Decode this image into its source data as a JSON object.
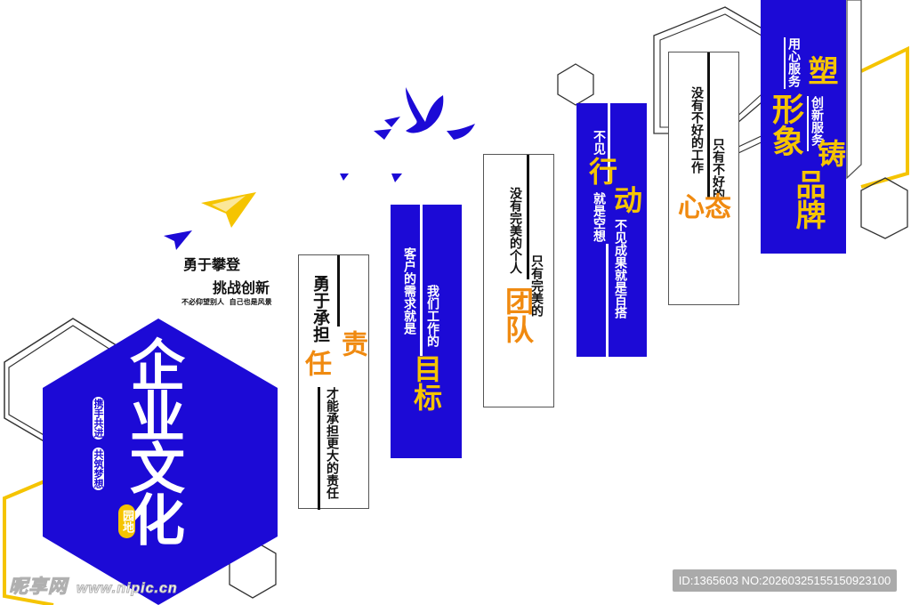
{
  "colors": {
    "brand_blue": "#1c0ad6",
    "gold": "#f5c400",
    "orange": "#f08a10",
    "outline": "#555555",
    "white": "#ffffff"
  },
  "hero": {
    "title": "企业文化",
    "side_motto_1": "携手共进",
    "side_motto_2": "共筑梦想",
    "badge": "园地"
  },
  "intro": {
    "line1": "勇于攀登",
    "line2": "挑战创新",
    "line3": "不必仰望别人  自己也是风景",
    "icons": [
      "paper-plane-yellow-icon",
      "paper-plane-blue-icon",
      "doves-icon"
    ]
  },
  "panels": [
    {
      "id": "responsibility",
      "style": "white",
      "text_a": "勇于承担",
      "keyword_1": "责",
      "keyword_2": "任",
      "text_b": "才能承担更大的责任"
    },
    {
      "id": "goal",
      "style": "blue",
      "text_a": "客户的需求就是",
      "text_b": "我们工作的",
      "keyword": "目标"
    },
    {
      "id": "team",
      "style": "white",
      "text_a": "没有完美的个人",
      "text_b": "只有完美的",
      "keyword": "团队"
    },
    {
      "id": "action",
      "style": "blue",
      "text_a": "不见",
      "keyword_1": "行",
      "keyword_2": "动",
      "text_b": "就是空想",
      "text_c": "不见成果就是百搭"
    },
    {
      "id": "attitude",
      "style": "white",
      "text_a": "没有不好的工作",
      "text_b": "只有不好的",
      "keyword": "心态"
    },
    {
      "id": "brand",
      "style": "blue",
      "text_a": "用心服务",
      "keyword_1": "塑",
      "keyword_2": "形象",
      "text_b": "创新服务",
      "keyword_3": "铸",
      "keyword_4": "品牌"
    }
  ],
  "footer": {
    "watermark": "昵享网",
    "watermark_url": "www.nipic.cn",
    "id_text": "ID:1365603 NO:20260325155150923100"
  }
}
